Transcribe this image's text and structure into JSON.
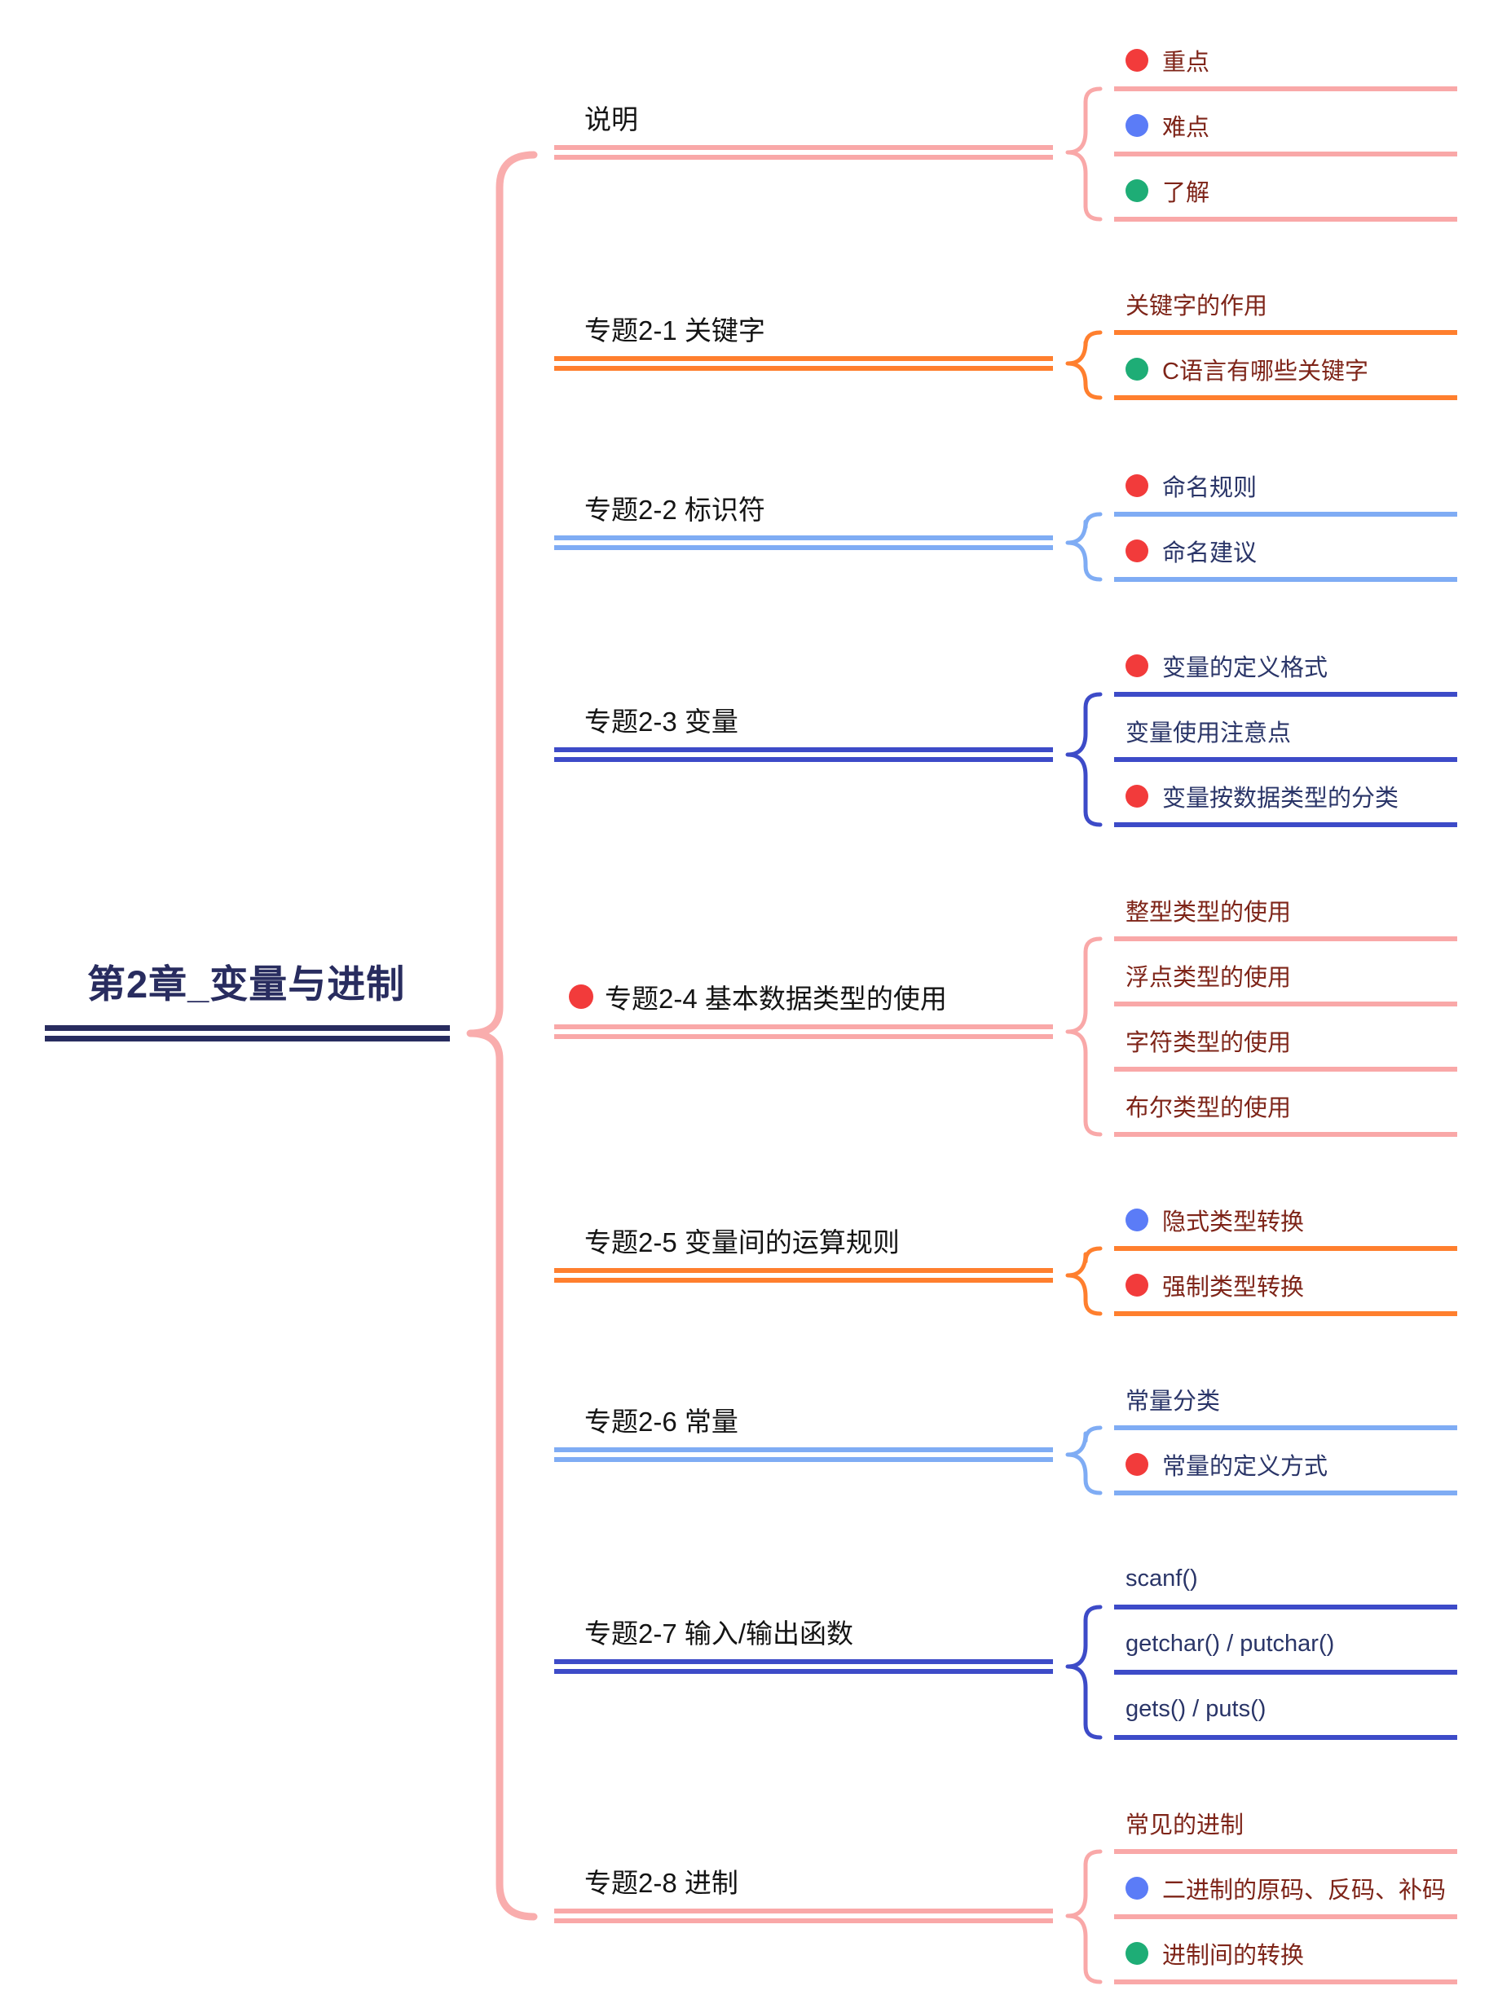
{
  "root": {
    "label": "第2章_变量与进制"
  },
  "colors": {
    "salmon": "#F9A8A8",
    "salmonlight": "#F9ADAD",
    "orange": "#FF7F2E",
    "lightblue": "#7FACF4",
    "royalblue": "#3D4BC8",
    "navy": "#282C5F",
    "childnavy": "#2A3568",
    "maroon": "#7E2418",
    "dotred": "#F23B3B",
    "dotblue": "#5B7CF7",
    "dotgreen": "#1EAD76"
  },
  "branches": [
    {
      "label": "说明",
      "color": "salmon",
      "children": [
        {
          "label": "重点",
          "dot": "red"
        },
        {
          "label": "难点",
          "dot": "blue"
        },
        {
          "label": "了解",
          "dot": "green"
        }
      ]
    },
    {
      "label": "专题2-1 关键字",
      "color": "orange",
      "children": [
        {
          "label": "关键字的作用"
        },
        {
          "label": "C语言有哪些关键字",
          "dot": "green"
        }
      ]
    },
    {
      "label": "专题2-2 标识符",
      "color": "lightblue",
      "children": [
        {
          "label": "命名规则",
          "dot": "red"
        },
        {
          "label": "命名建议",
          "dot": "red"
        }
      ]
    },
    {
      "label": "专题2-3 变量",
      "color": "royalblue",
      "children": [
        {
          "label": "变量的定义格式",
          "dot": "red"
        },
        {
          "label": "变量使用注意点"
        },
        {
          "label": "变量按数据类型的分类",
          "dot": "red"
        }
      ]
    },
    {
      "label": "专题2-4 基本数据类型的使用",
      "color": "salmon",
      "dot": "red",
      "children": [
        {
          "label": "整型类型的使用"
        },
        {
          "label": "浮点类型的使用"
        },
        {
          "label": "字符类型的使用"
        },
        {
          "label": "布尔类型的使用"
        }
      ]
    },
    {
      "label": "专题2-5 变量间的运算规则",
      "color": "orange",
      "children": [
        {
          "label": "隐式类型转换",
          "dot": "blue"
        },
        {
          "label": "强制类型转换",
          "dot": "red"
        }
      ]
    },
    {
      "label": "专题2-6 常量",
      "color": "lightblue",
      "children": [
        {
          "label": "常量分类"
        },
        {
          "label": "常量的定义方式",
          "dot": "red"
        }
      ]
    },
    {
      "label": "专题2-7 输入/输出函数",
      "color": "royalblue",
      "children": [
        {
          "label": "scanf()"
        },
        {
          "label": "getchar() / putchar()"
        },
        {
          "label": "gets() / puts()"
        }
      ]
    },
    {
      "label": "专题2-8 进制",
      "color": "salmon",
      "children": [
        {
          "label": "常见的进制"
        },
        {
          "label": "二进制的原码、反码、补码",
          "dot": "blue"
        },
        {
          "label": "进制间的转换",
          "dot": "green"
        }
      ]
    }
  ]
}
